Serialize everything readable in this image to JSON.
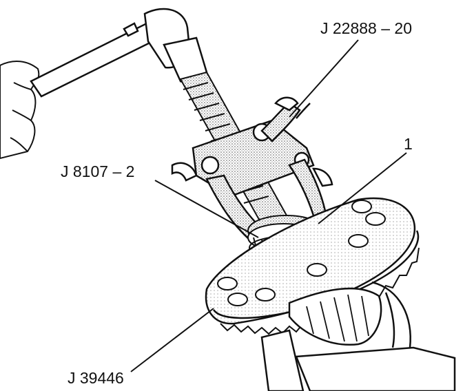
{
  "labels": {
    "puller_tool": "J 22888 – 20",
    "callout_1": "1",
    "bearing_adapter": "J 8107 – 2",
    "holding_fixture": "J 39446"
  },
  "colors": {
    "ink": "#111111",
    "stipple": "#bdbdbd",
    "paper": "#ffffff"
  }
}
